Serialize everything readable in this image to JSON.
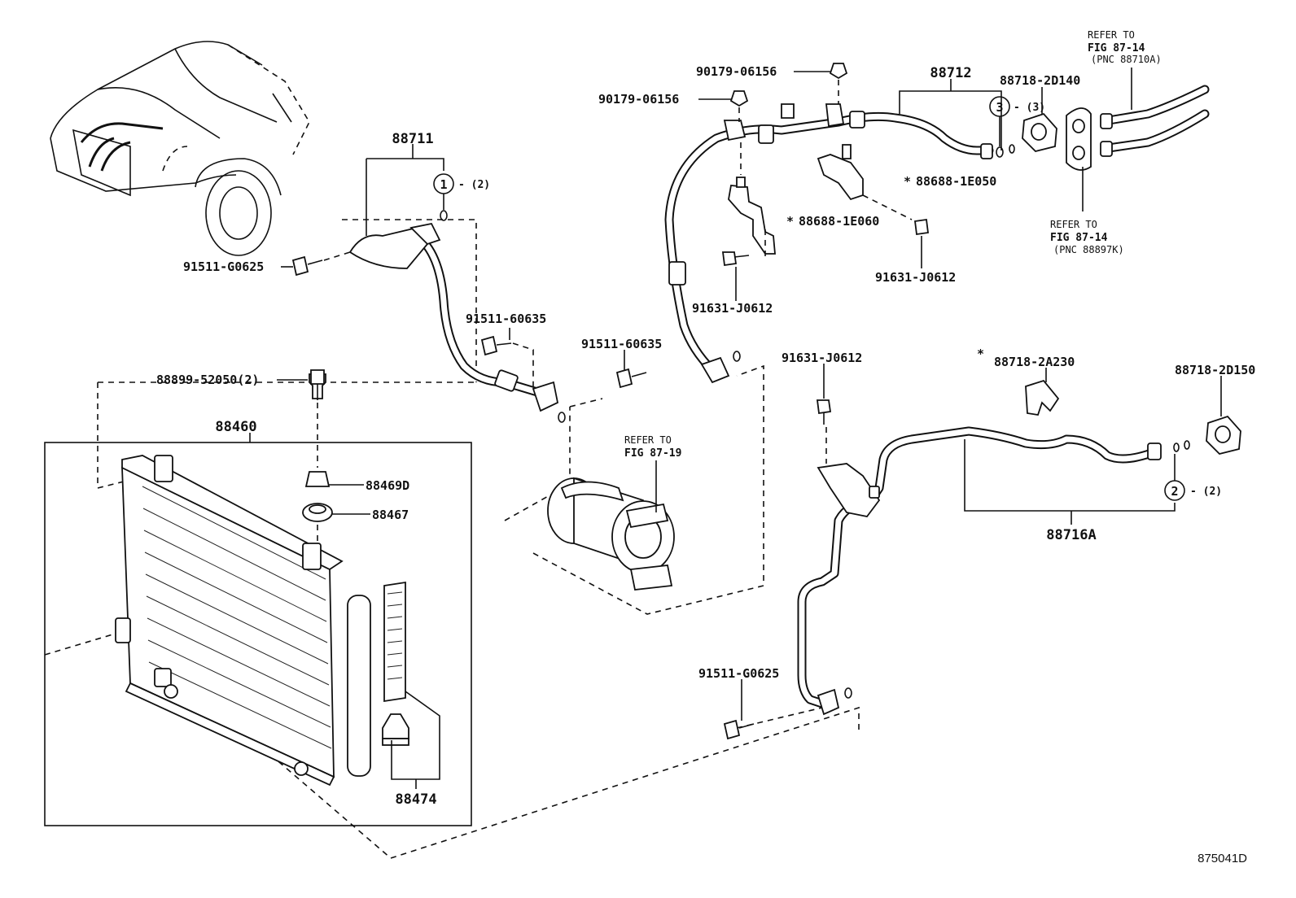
{
  "diagram_id": "875041D",
  "parts": {
    "p88711": "88711",
    "p88712": "88712",
    "p88460": "88460",
    "p88469d": "88469D",
    "p88467": "88467",
    "p88474": "88474",
    "p88716a": "88716A",
    "p88718_2d140": "88718-2D140",
    "p88718_2a230": "88718-2A230",
    "p88718_2d150": "88718-2D150",
    "p88688_1e050": "88688-1E050",
    "p88688_1e060": "88688-1E060",
    "p88899": "88899-52050(2)",
    "b91511_g0625_top": "91511-G0625",
    "b91511_g0625_bot": "91511-G0625",
    "b91511_60635_a": "91511-60635",
    "b91511_60635_b": "91511-60635",
    "b90179_a": "90179-06156",
    "b90179_b": "90179-06156",
    "b91631_a": "91631-J0612",
    "b91631_b": "91631-J0612",
    "b91631_c": "91631-J0612"
  },
  "callouts": {
    "c1_num": "1",
    "c1_qty": "- (2)",
    "c2_num": "2",
    "c2_qty": "- (2)",
    "c3_num": "3",
    "c3_qty": "- (3)"
  },
  "asterisk": "*",
  "refs": {
    "r1_l1": "REFER TO",
    "r1_l2": "FIG 87-14",
    "r1_l3": "(PNC 88710A)",
    "r2_l1": "REFER TO",
    "r2_l2": "FIG 87-14",
    "r2_l3": "(PNC 88897K)",
    "r3_l1": "REFER TO",
    "r3_l2": "FIG 87-19"
  }
}
